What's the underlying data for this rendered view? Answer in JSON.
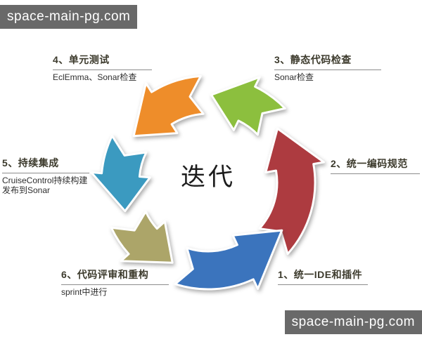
{
  "watermark": {
    "text": "space-main-pg.com",
    "bg_color": "#696969",
    "text_color": "#ffffff"
  },
  "center_label": "迭代",
  "cycle": {
    "direction": "counterclockwise",
    "steps": [
      {
        "number": "1",
        "title": "1、统一IDE和插件",
        "subtitle": "",
        "arrow_color": "#3b74bd",
        "position": "bottom-right"
      },
      {
        "number": "2",
        "title": "2、统一编码规范",
        "subtitle": "",
        "arrow_color": "#ad3b40",
        "position": "right"
      },
      {
        "number": "3",
        "title": "3、静态代码检查",
        "subtitle": "Sonar检查",
        "arrow_color": "#8cbf3e",
        "position": "top-right"
      },
      {
        "number": "4",
        "title": "4、单元测试",
        "subtitle": "EclEmma、Sonar检查",
        "arrow_color": "#ee8d2a",
        "position": "top-left"
      },
      {
        "number": "5",
        "title": "5、持续集成",
        "subtitle": "CruiseControl持续构建\n发布到Sonar",
        "arrow_color": "#3b9ac0",
        "position": "left"
      },
      {
        "number": "6",
        "title": "6、代码评审和重构",
        "subtitle": "sprint中进行",
        "arrow_color": "#aca569",
        "position": "bottom-left"
      }
    ]
  }
}
